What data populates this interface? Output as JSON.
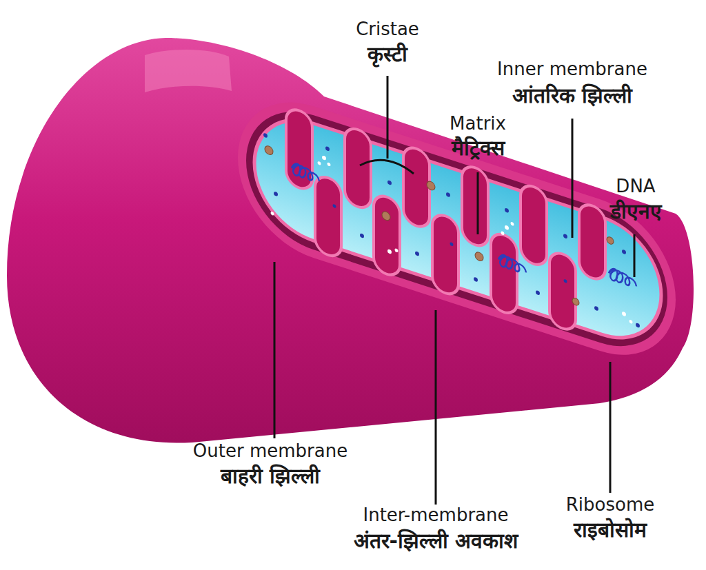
{
  "diagram": {
    "labels": [
      "Cristae",
      "कृस्टी",
      "Inner membrane",
      "आंतरिक झिल्ली",
      "Matrix",
      "मैट्रिक्स",
      "DNA",
      "डीएनए",
      "Outer membrane",
      "बाहरी झिल्ली",
      "Ribosome",
      "राइबोसोम",
      "Inter-membrane",
      "अंतर-झिल्ली अवकाश"
    ]
  }
}
